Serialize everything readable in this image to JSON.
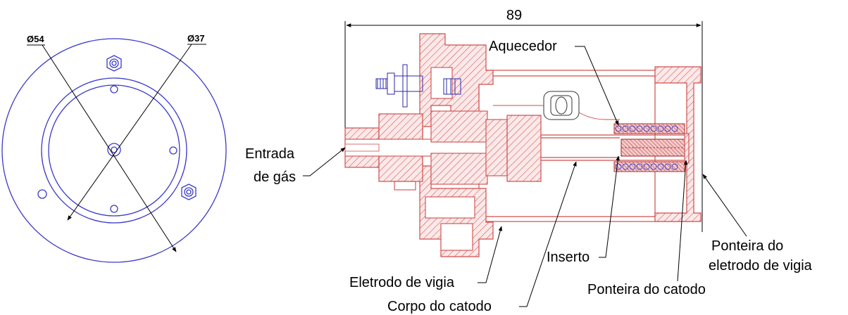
{
  "front_view": {
    "dim_outer": "Ø54",
    "dim_inner": "Ø37"
  },
  "section_view": {
    "overall_length": "89",
    "labels": {
      "aquecedor": "Aquecedor",
      "entrada_line1": "Entrada",
      "entrada_line2": "de gás",
      "inserto": "Inserto",
      "eletrodo_vigia": "Eletrodo de vigia",
      "corpo_catodo": "Corpo do catodo",
      "ponteira_catodo": "Ponteira do catodo",
      "ponteira_eletrodo_line1": "Ponteira do",
      "ponteira_eletrodo_line2": "eletrodo de vigia"
    }
  },
  "colors": {
    "front_view_lines": "#3a3acb",
    "section_hatch": "#d24c4c",
    "leaders": "#000000"
  }
}
